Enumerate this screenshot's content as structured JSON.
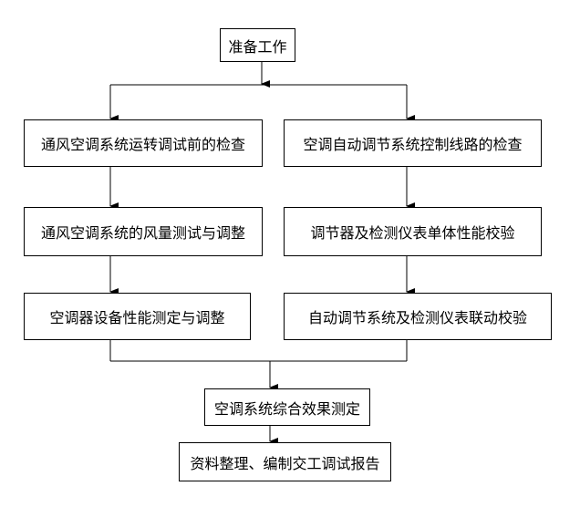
{
  "nodes": {
    "prepare": "准备工作",
    "ventilation_check": "通风空调系统运转调试前的检查",
    "control_line_check": "空调自动调节系统控制线路的检查",
    "airflow_test": "通风空调系统的风量测试与调整",
    "instrument_verify": "调节器及检测仪表单体性能校验",
    "equipment_test": "空调器设备性能测定与调整",
    "linkage_verify": "自动调节系统及检测仪表联动校验",
    "effect_test": "空调系统综合效果测定",
    "report": "资料整理、编制交工调试报告"
  },
  "colors": {
    "line": "#000000",
    "box_border": "#000000",
    "background": "#ffffff"
  }
}
